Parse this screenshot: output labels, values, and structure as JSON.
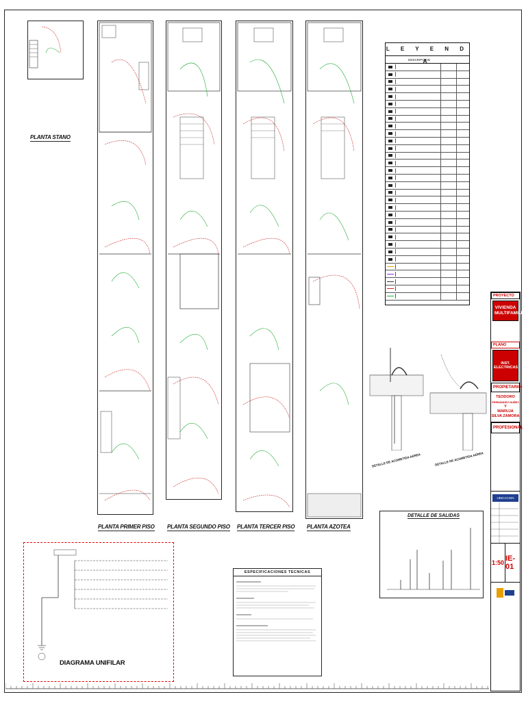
{
  "plans": {
    "sotano": "PLANTA STANO",
    "primer_piso": "PLANTA PRIMER PISO",
    "segundo_piso": "PLANTA SEGUNDO PISO",
    "tercer_piso": "PLANTA TERCER PISO",
    "azotea": "PLANTA AZOTEA"
  },
  "legend": {
    "title": "L E Y E N D A",
    "col_desc": "DESCRIPCION",
    "rows": 32
  },
  "specs": {
    "title": "ESPECIFICACIONES TECNICAS"
  },
  "diagram": {
    "title": "DIAGRAMA UNIFILAR"
  },
  "detail": {
    "salidas": "DETALLE DE SALIDAS",
    "acometida_aerea": "DETALLE DE ACOMETIDA AEREA",
    "acometida_tel": "DETALLE DE ACOMETIDA AEREA"
  },
  "titleblock": {
    "proyecto_label": "PROYECTO",
    "proyecto": "VIVIENDA MULTIFAMILIAR",
    "plano_label": "PLANO",
    "plano": "INST. ELECTRICAS",
    "propietario_label": "PROPIETARIO",
    "owner1": "TEODORO",
    "owner1_last": "FERNÁNDEZ NUÑEZ",
    "y": "Y",
    "owner2": "MARUJA",
    "owner2_last": "SILVA ZAMORA",
    "profesional_label": "PROFESIONAL",
    "ubicacion_label": "UBICACION",
    "escala": "1:50",
    "lamina": "IE-01"
  },
  "colors": {
    "red_circuit": "#cc2222",
    "green_circuit": "#22aa33",
    "accent": "#c00000",
    "ubicacion_bg": "#1f3f8f"
  }
}
